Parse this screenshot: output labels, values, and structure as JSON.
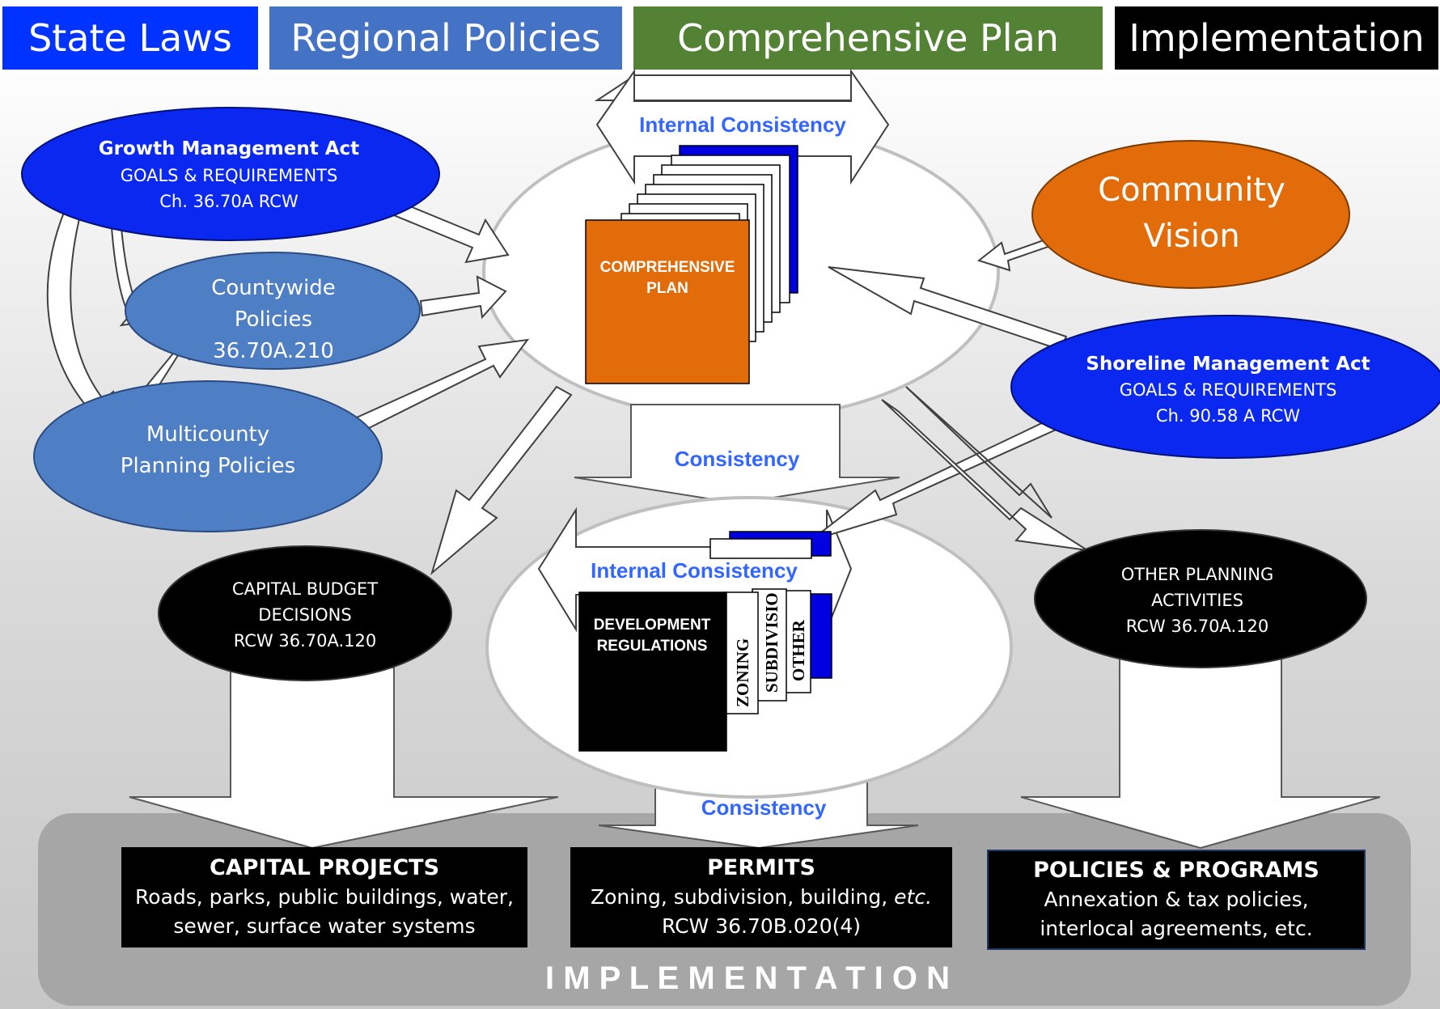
{
  "header": {
    "state_laws": "State Laws",
    "regional_policies": "Regional Policies",
    "comprehensive_plan": "Comprehensive Plan",
    "implementation": "Implementation"
  },
  "colors": {
    "state_blue": "#0033ff",
    "regional_blue": "#4472c4",
    "plan_green": "#548235",
    "black": "#000000",
    "orange": "#e36c0a",
    "consistency_blue": "#3366ff",
    "impl_band": "#a6a6a6"
  },
  "gma": {
    "title": "Growth Management Act",
    "line2": "GOALS & REQUIREMENTS",
    "line3": "Ch. 36.70A RCW"
  },
  "countywide": {
    "line1": "Countywide",
    "line2": "Policies",
    "line3": "36.70A.210"
  },
  "multicounty": {
    "line1": "Multicounty",
    "line2": "Planning Policies"
  },
  "community_vision": {
    "line1": "Community",
    "line2": "Vision"
  },
  "sma": {
    "title": "Shoreline Management Act",
    "line2": "GOALS & REQUIREMENTS",
    "line3": "Ch. 90.58 A RCW"
  },
  "comp_plan_doc": {
    "line1": "COMPREHENSIVE",
    "line2": "PLAN"
  },
  "internal_consistency_top": "Internal Consistency",
  "consistency_mid": "Consistency",
  "internal_consistency_dev": "Internal Consistency",
  "dev_regs": {
    "line1": "DEVELOPMENT",
    "line2": "REGULATIONS"
  },
  "dev_tabs": {
    "zoning": "ZONING",
    "subdivision": "SUBDIVISIO",
    "other": "OTHER"
  },
  "capital_budget": {
    "line1": "CAPITAL BUDGET",
    "line2": "DECISIONS",
    "line3": "RCW 36.70A.120"
  },
  "other_planning": {
    "line1": "OTHER PLANNING",
    "line2": "ACTIVITIES",
    "line3": "RCW 36.70A.120"
  },
  "consistency_bottom": "Consistency",
  "capital_projects": {
    "title": "CAPITAL PROJECTS",
    "line2": "Roads, parks, public buildings, water,",
    "line3": "sewer, surface water systems"
  },
  "permits": {
    "title": "PERMITS",
    "line2_pre": "Zoning, subdivision, building, ",
    "line2_italic": "etc.",
    "line3": "RCW 36.70B.020(4)"
  },
  "policies_programs": {
    "title": "POLICIES & PROGRAMS",
    "line2": "Annexation & tax  policies,",
    "line3": "interlocal agreements, etc."
  },
  "implementation_band": "I M P L E M E N T A T I O N"
}
